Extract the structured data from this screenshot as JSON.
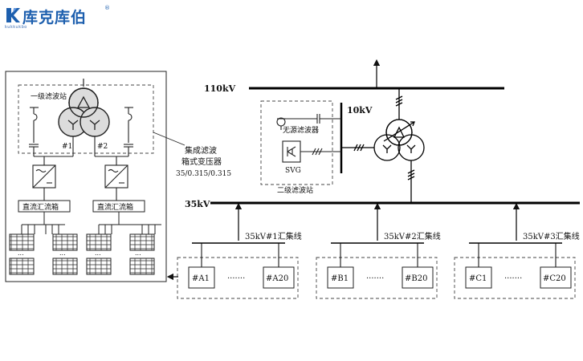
{
  "logo": {
    "name": "库克库伯",
    "subtitle": "kukkukbo",
    "registered": "®",
    "mark_icon": "kk-logo-mark-icon",
    "brand_color": "#1d5fae"
  },
  "diagram": {
    "bus_110kv": "110kV",
    "bus_10kv": "10kV",
    "bus_35kv": "35kV",
    "primary_station": {
      "title": "一级滤波站",
      "unit_1": "#1",
      "unit_2": "#2"
    },
    "box_transformer": {
      "line1": "集成滤波",
      "line2": "箱式变压器",
      "ratio": "35/0.315/0.315"
    },
    "combiner_1": "直流汇流箱",
    "combiner_2": "直流汇流箱",
    "ellipsis": "...",
    "secondary_station": {
      "title": "二级滤波站",
      "passive_filter": "无源滤波器",
      "svg": "SVG"
    },
    "collector_lines": [
      {
        "label": "35kV#1汇集线",
        "first": "#A1",
        "dots": "·······",
        "last": "#A20"
      },
      {
        "label": "35kV#2汇集线",
        "first": "#B1",
        "dots": "·······",
        "last": "#B20"
      },
      {
        "label": "35kV#3汇集线",
        "first": "#C1",
        "dots": "·······",
        "last": "#C20"
      }
    ],
    "icons": [
      "transformer-icon",
      "inverter-icon",
      "solar-panel-icon",
      "capacitor-icon",
      "reactor-icon",
      "igbt-icon"
    ]
  }
}
